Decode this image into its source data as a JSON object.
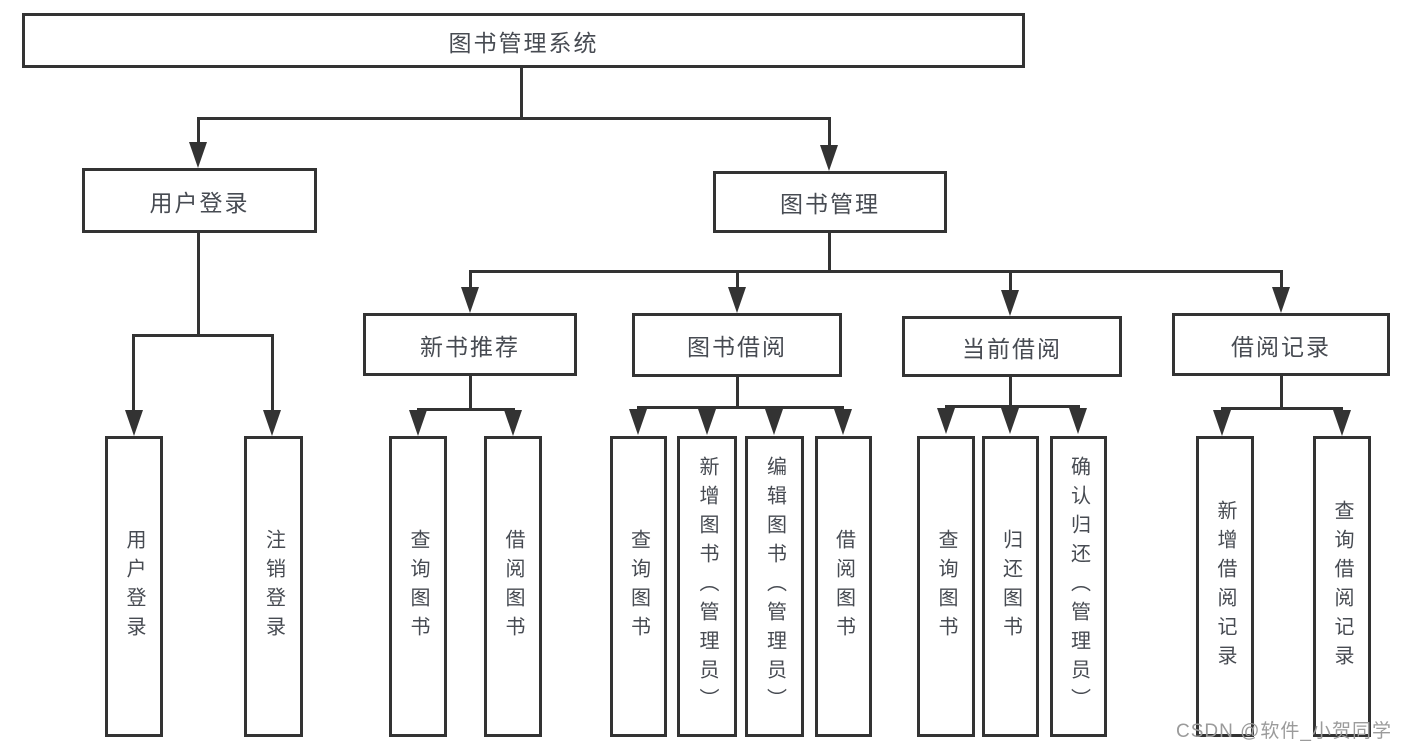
{
  "nodes": {
    "root": "图书管理系统",
    "user_login": "用户登录",
    "book_mgmt": "图书管理",
    "new_book": "新书推荐",
    "book_borrow": "图书借阅",
    "current_borrow": "当前借阅",
    "borrow_records": "借阅记录"
  },
  "leaves": {
    "user_login": [
      "用户登录",
      "注销登录"
    ],
    "new_book": [
      "查询图书",
      "借阅图书"
    ],
    "book_borrow": [
      "查询图书",
      "新增图书（管理员）",
      "编辑图书（管理员）",
      "借阅图书"
    ],
    "current_borrow": [
      "查询图书",
      "归还图书",
      "确认归还（管理员）"
    ],
    "borrow_records": [
      "新增借阅记录",
      "查询借阅记录"
    ]
  },
  "watermark": "CSDN @软件_小贺同学",
  "colors": {
    "border": "#333333",
    "text": "#474b52",
    "line": "#333333",
    "watermark": "#9b9b9b",
    "background": "#ffffff"
  }
}
